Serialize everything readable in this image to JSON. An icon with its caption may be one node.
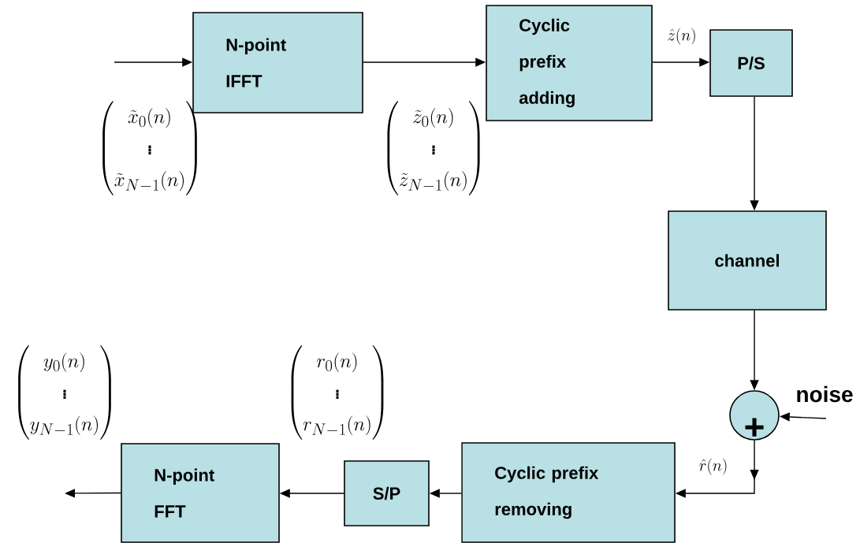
{
  "diagram": {
    "nodes": [
      {
        "text": [
          "N-point IFFT"
        ]
      },
      {
        "text": [
          "Cyclic prefix adding"
        ]
      },
      {
        "text": [
          "P/S"
        ]
      },
      {
        "text": [
          "channel"
        ]
      },
      {
        "text": [
          "+"
        ]
      },
      {
        "text": [
          "Cyclic prefix removing"
        ]
      },
      {
        "text": [
          "S/P"
        ]
      },
      {
        "text": [
          "N-point FFT"
        ]
      }
    ],
    "edges": [
      {
        "from": null,
        "to": 0,
        "arrow": "to"
      },
      {
        "from": 0,
        "to": 1,
        "arrow": "to"
      },
      {
        "from": 1,
        "to": 2,
        "arrow": "to",
        "label": "\\hat{z}(n)"
      },
      {
        "from": 2,
        "to": 3,
        "arrow": "to"
      },
      {
        "from": 3,
        "to": 4,
        "arrow": "to"
      },
      {
        "from": null,
        "to": 4,
        "arrow": "to"
      },
      {
        "from": 4,
        "to": 5,
        "arrow": "to",
        "label": "\\hat{r}(n)"
      },
      {
        "from": 5,
        "to": 6,
        "arrow": "to"
      },
      {
        "from": 6,
        "to": 7,
        "arrow": "to"
      },
      {
        "from": 7,
        "to": null,
        "arrow": "to"
      }
    ],
    "labels": [
      "\\begin{pmatrix}\\tilde{x}_0(n)\\\\ \\vdots\\\\ \\tilde{x}_{N-1}(n)\\end{pmatrix}",
      "\\begin{pmatrix}\\tilde{z}_0(n)\\\\ \\vdots\\\\ \\tilde{z}_{N-1}(n)\\end{pmatrix}",
      "noise",
      "\\begin{pmatrix}y_0(n)\\\\ \\vdots\\\\ y_{N-1}(n)\\end{pmatrix}",
      "\\begin{pmatrix}r_0(n)\\\\ \\vdots\\\\ r_{N-1}(n)\\end{pmatrix}"
    ]
  }
}
